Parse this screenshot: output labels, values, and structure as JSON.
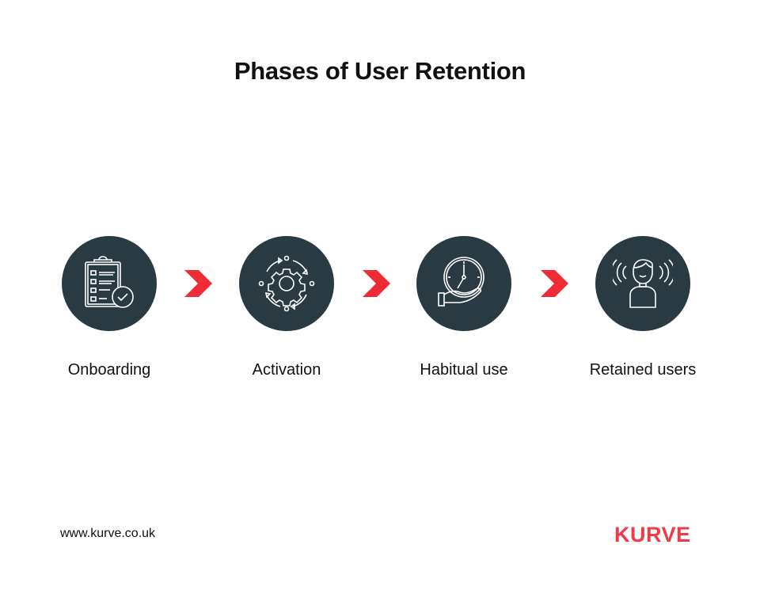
{
  "title": "Phases of User Retention",
  "steps": [
    {
      "label": "Onboarding",
      "icon": "clipboard-check-icon"
    },
    {
      "label": "Activation",
      "icon": "gear-cycle-icon"
    },
    {
      "label": "Habitual use",
      "icon": "clock-hand-icon"
    },
    {
      "label": "Retained users",
      "icon": "user-signal-icon"
    }
  ],
  "footer": {
    "url": "www.kurve.co.uk",
    "logo": "KURVE"
  },
  "colors": {
    "circle": "#293a43",
    "accent": "#ef2b36",
    "logo": "#ef3a47"
  }
}
